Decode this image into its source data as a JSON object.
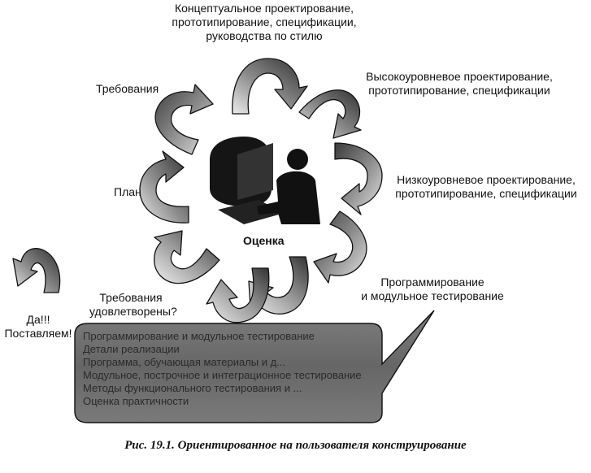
{
  "stages": {
    "conceptual": [
      "Концептуальное проектирование,",
      "прототипирование, спецификации,",
      "руководства по стилю"
    ],
    "high_level": [
      "Высокоуровневое проектирование,",
      "прототипирование, спецификации"
    ],
    "low_level": [
      "Низкоуровневое проектирование,",
      "прототипирование, спецификации"
    ],
    "programming": [
      "Программирование",
      "и модульное тестирование"
    ],
    "requirements_met": [
      "Требования",
      "удовлетворены?"
    ],
    "plan": "План",
    "requirements": "Требования"
  },
  "center_label": "Оценка",
  "release": [
    "Да!!!",
    "Поставляем!"
  ],
  "box_lines": [
    "Программирование и модульное тестирование",
    "Детали реализации",
    "Программа, обучающая материалы и д...",
    "Модульное, построчное и интеграционное тестирование",
    "Методы функционального тестирования и ...",
    "Оценка практичности"
  ],
  "caption": "Рис. 19.1. Ориентированное на пользователя конструирование"
}
